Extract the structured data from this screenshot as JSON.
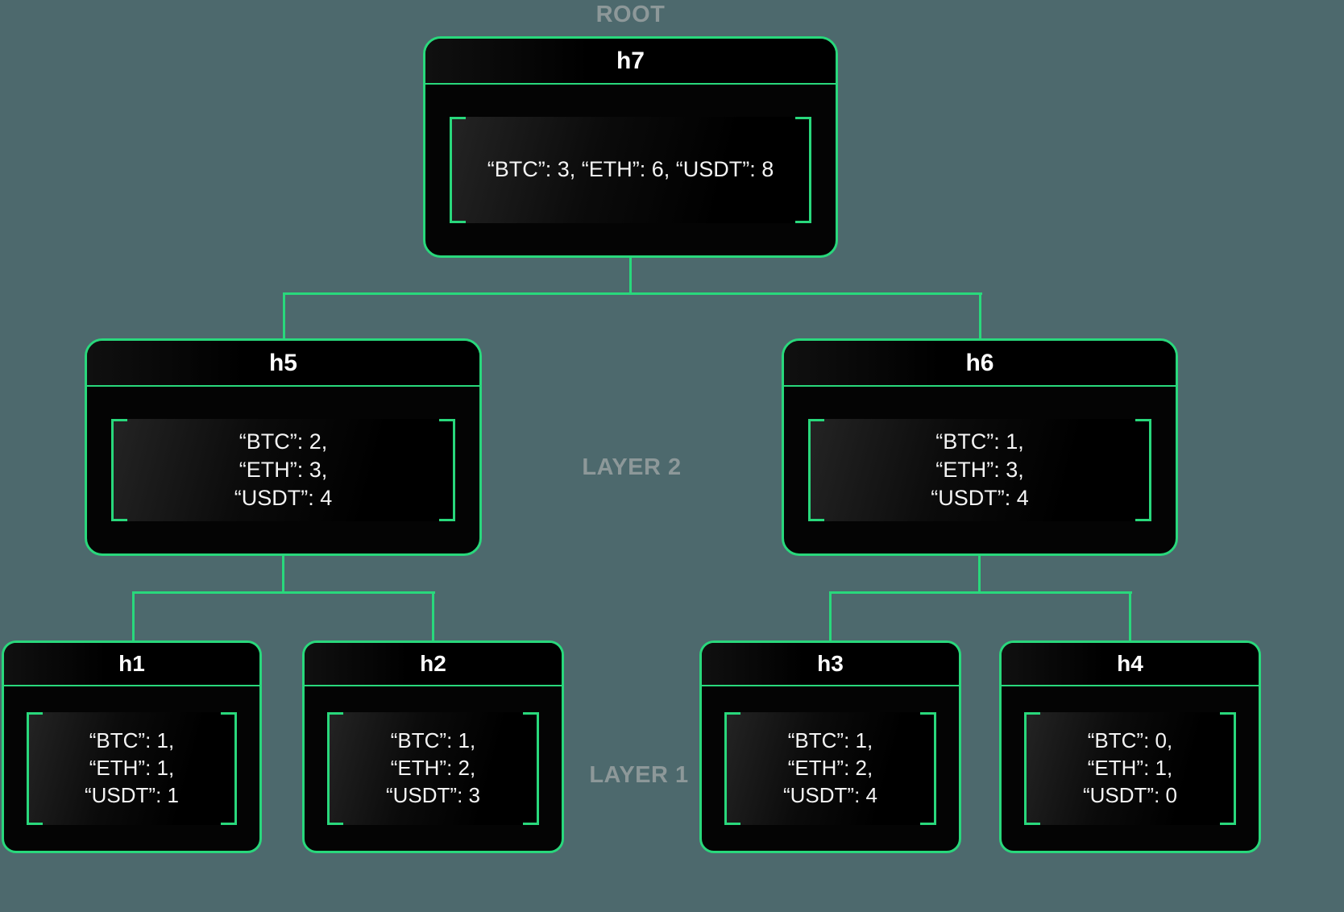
{
  "colors": {
    "background": "#4d696d",
    "accent_green": "#29d87c",
    "node_bg": "#040404",
    "label_gray": "#8d9899",
    "text": "#f4f4f4"
  },
  "labels": {
    "root": "ROOT",
    "layer2": "LAYER 2",
    "layer1": "LAYER 1"
  },
  "nodes": {
    "h7": {
      "title": "h7",
      "lines": [
        "“BTC”: 3, “ETH”: 6, “USDT”: 8"
      ]
    },
    "h5": {
      "title": "h5",
      "lines": [
        "“BTC”: 2,",
        "“ETH”: 3,",
        "“USDT”: 4"
      ]
    },
    "h6": {
      "title": "h6",
      "lines": [
        "“BTC”: 1,",
        "“ETH”: 3,",
        "“USDT”: 4"
      ]
    },
    "h1": {
      "title": "h1",
      "lines": [
        "“BTC”: 1,",
        "“ETH”: 1,",
        "“USDT”: 1"
      ]
    },
    "h2": {
      "title": "h2",
      "lines": [
        "“BTC”: 1,",
        "“ETH”: 2,",
        "“USDT”: 3"
      ]
    },
    "h3": {
      "title": "h3",
      "lines": [
        "“BTC”: 1,",
        "“ETH”: 2,",
        "“USDT”: 4"
      ]
    },
    "h4": {
      "title": "h4",
      "lines": [
        "“BTC”: 0,",
        "“ETH”: 1,",
        "“USDT”: 0"
      ]
    }
  },
  "tree": {
    "root": "h7",
    "edges": [
      [
        "h7",
        "h5"
      ],
      [
        "h7",
        "h6"
      ],
      [
        "h5",
        "h1"
      ],
      [
        "h5",
        "h2"
      ],
      [
        "h6",
        "h3"
      ],
      [
        "h6",
        "h4"
      ]
    ]
  }
}
